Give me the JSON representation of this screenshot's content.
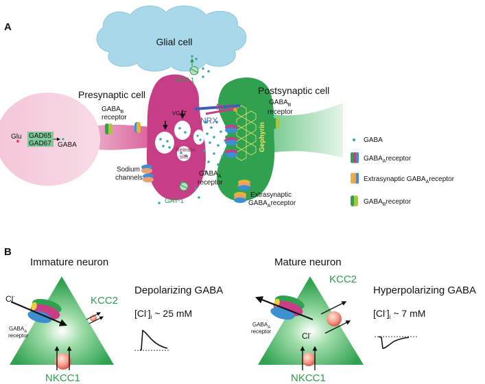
{
  "panelA": {
    "label": "A",
    "glial": "Glial cell",
    "gat1_top": "GAT-1",
    "gat1_bottom": "GAT-1",
    "presynaptic": "Presynaptic cell",
    "postsynaptic": "Postsynaptic cell",
    "glu": "Glu",
    "gad65": "GAD65",
    "gad67": "GAD67",
    "gaba": "GABA",
    "gabab_pre_1": "GABA",
    "gabab_pre_sub": "B",
    "gabab_pre_2": "receptor",
    "vgat": "VGAT",
    "release_1": "Release",
    "release_2": "site",
    "nlg": "NLG",
    "nrx": "NRX",
    "gephyrin": "Gephyrin",
    "gabab_post_1": "GABA",
    "gabab_post_sub": "B",
    "gabab_post_2": "receptor",
    "sodium_1": "Sodium",
    "sodium_2": "channels",
    "gabaa_cleft_1": "GABA",
    "gabaa_cleft_sub": "A",
    "gabaa_cleft_2": "receptor",
    "extra_1": "Extrasynaptic",
    "extra_2": "GABA",
    "extra_sub": "A",
    "extra_3": "receptor",
    "legend": {
      "gaba": "GABA",
      "gabaa": "GABA",
      "gabaa_sub": "A",
      "gabaa_2": "receptor",
      "extrasyn": "Extrasynaptic GABA",
      "extrasyn_sub": "A",
      "extrasyn_2": "receptor",
      "gabab": "GABA",
      "gabab_sub": "B",
      "gabab_2": "receptor"
    }
  },
  "panelB": {
    "label": "B",
    "immature": {
      "title": "Immature neuron",
      "cl": "Cl",
      "cl_sup": "-",
      "receptor_1": "GABA",
      "receptor_sub": "A",
      "receptor_2": "receptor",
      "kcc2": "KCC2",
      "nkcc1": "NKCC1",
      "effect": "Depolarizing GABA",
      "conc_pre": "[Cl",
      "conc_sup": "-",
      "conc_mid": "]",
      "conc_sub": "i",
      "conc_val": " ~ 25 mM"
    },
    "mature": {
      "title": "Mature neuron",
      "cl": "Cl",
      "cl_sup": "-",
      "receptor_1": "GABA",
      "receptor_sub": "A",
      "receptor_2": "receptor",
      "kcc2": "KCC2",
      "nkcc1": "NKCC1",
      "effect": "Hyperpolarizing GABA",
      "conc_pre": "[Cl",
      "conc_sup": "-",
      "conc_mid": "]",
      "conc_sub": "i",
      "conc_val": " ~ 7 mM"
    }
  },
  "colors": {
    "pink": "#e8a3c0",
    "magenta": "#c83e86",
    "green": "#2fa14f",
    "glial": "#a8d8ea",
    "label_green": "#2e9a4f",
    "dot": "#3aa6a8"
  }
}
